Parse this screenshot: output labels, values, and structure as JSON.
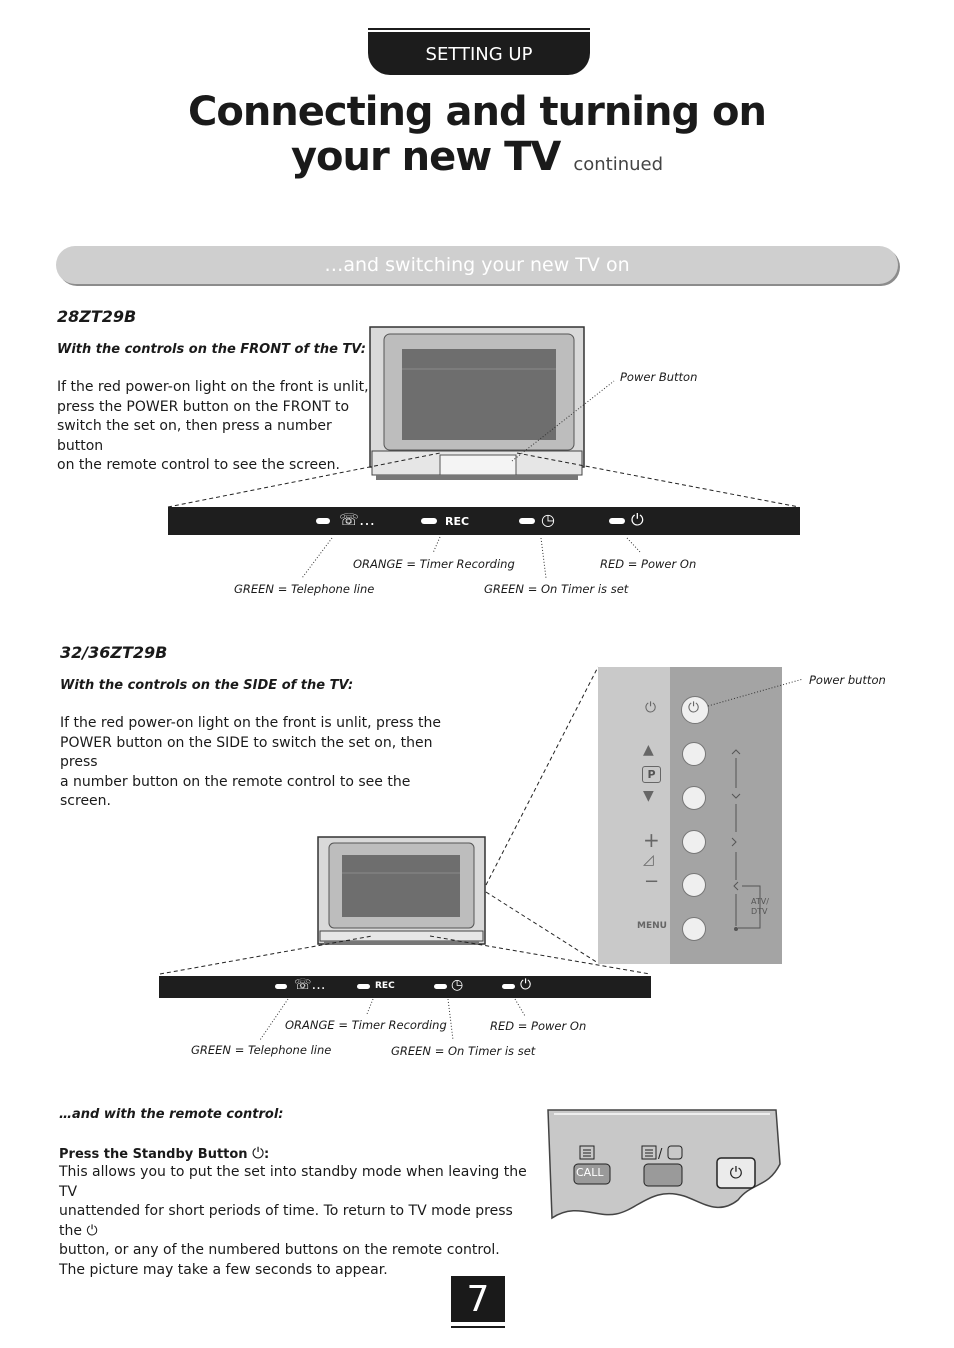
{
  "header": {
    "section_tab": "SETTING UP",
    "title_line1": "Connecting and turning on",
    "title_line2": "your new TV",
    "title_suffix": "continued"
  },
  "section_bar": "…and switching your new TV on",
  "model_a": {
    "name": "28ZT29B",
    "subheading": "With the controls on the FRONT of the TV:",
    "paragraph_lines": [
      "If the red power-on light on the front is unlit,",
      "press the POWER button on the FRONT to",
      "switch the set on, then press a number button",
      "on the remote control to see the screen."
    ],
    "power_label": "Power Button",
    "strip_rec": "REC",
    "captions": {
      "orange": "ORANGE = Timer Recording",
      "red": "RED = Power On",
      "green_phone": "GREEN = Telephone line",
      "green_timer": "GREEN = On Timer is set"
    }
  },
  "model_b": {
    "name": "32/36ZT29B",
    "subheading": "With the controls on the SIDE of the TV:",
    "paragraph_lines": [
      "If the red power-on light on the front is unlit, press the",
      "POWER button on the SIDE to switch the set on, then press",
      "a number button on the remote control to see the screen."
    ],
    "power_label": "Power button",
    "panel": {
      "p_label": "P",
      "menu_label": "MENU",
      "atv_line1": "ATV/",
      "atv_line2": "DTV"
    },
    "strip_rec": "REC",
    "captions": {
      "orange": "ORANGE = Timer Recording",
      "red": "RED = Power On",
      "green_phone": "GREEN = Telephone line",
      "green_timer": "GREEN = On Timer is set"
    }
  },
  "remote": {
    "subheading": "…and with the remote control:",
    "standby_heading": "Press the Standby Button",
    "paragraph_line1": "This allows you to put the set into standby mode when leaving the TV",
    "paragraph_line2a": "unattended for short periods of time. To return to TV mode press the",
    "paragraph_line3": "button, or any of the numbered buttons on the remote control.",
    "paragraph_line4": "The picture may take a few seconds to appear.",
    "call_label": "CALL"
  },
  "page_number": "7"
}
